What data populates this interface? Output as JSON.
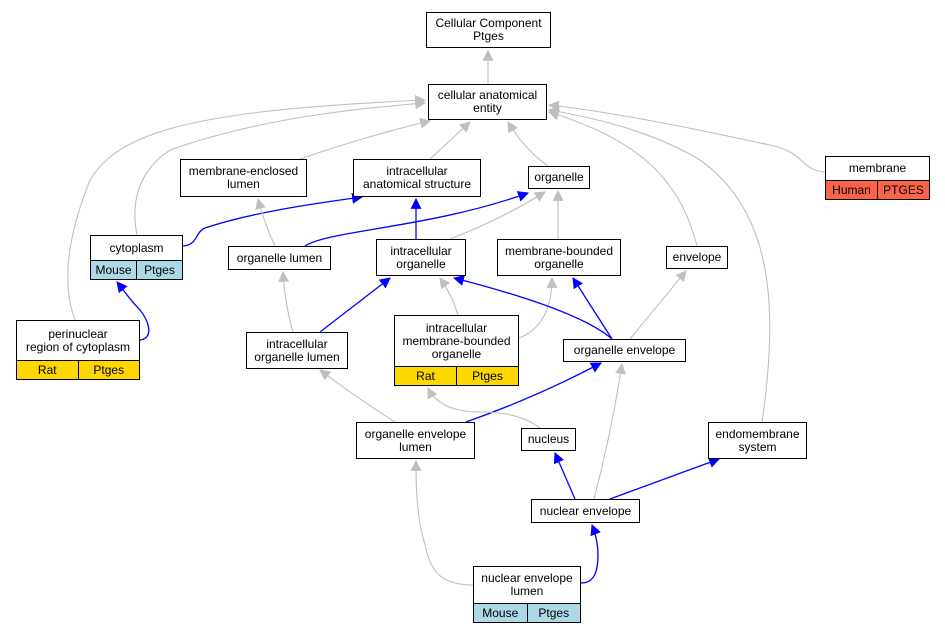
{
  "colors": {
    "gray_edge": "#c0c0c0",
    "blue_edge": "#0000ff",
    "mouse": "#add8e6",
    "rat": "#ffd700",
    "human": "#fa6449"
  },
  "nodes": {
    "root": {
      "label": "Cellular Component\nPtges"
    },
    "cae": {
      "label": "cellular anatomical\nentity"
    },
    "mel": {
      "label": "membrane-enclosed\nlumen"
    },
    "ias": {
      "label": "intracellular\nanatomical structure"
    },
    "organelle": {
      "label": "organelle"
    },
    "membrane": {
      "label": "membrane",
      "tags": [
        {
          "label": "Human",
          "color": "#fa6449"
        },
        {
          "label": "PTGES",
          "color": "#fa6449"
        }
      ]
    },
    "cytoplasm": {
      "label": "cytoplasm",
      "tags": [
        {
          "label": "Mouse",
          "color": "#add8e6"
        },
        {
          "label": "Ptges",
          "color": "#add8e6"
        }
      ]
    },
    "olumen": {
      "label": "organelle lumen"
    },
    "iorg": {
      "label": "intracellular\norganelle"
    },
    "mbo": {
      "label": "membrane-bounded\norganelle"
    },
    "envelope": {
      "label": "envelope"
    },
    "perinuclear": {
      "label": "perinuclear\nregion of cytoplasm",
      "tags": [
        {
          "label": "Rat",
          "color": "#ffd700"
        },
        {
          "label": "Ptges",
          "color": "#ffd700"
        }
      ]
    },
    "iol": {
      "label": "intracellular\norganelle lumen"
    },
    "imbo": {
      "label": "intracellular\nmembrane-bounded\norganelle",
      "tags": [
        {
          "label": "Rat",
          "color": "#ffd700"
        },
        {
          "label": "Ptges",
          "color": "#ffd700"
        }
      ]
    },
    "oenv": {
      "label": "organelle envelope"
    },
    "oel": {
      "label": "organelle envelope\nlumen"
    },
    "nucleus": {
      "label": "nucleus"
    },
    "endo": {
      "label": "endomembrane\nsystem"
    },
    "nenv": {
      "label": "nuclear envelope"
    },
    "nel": {
      "label": "nuclear envelope\nlumen",
      "tags": [
        {
          "label": "Mouse",
          "color": "#add8e6"
        },
        {
          "label": "Ptges",
          "color": "#add8e6"
        }
      ]
    }
  }
}
